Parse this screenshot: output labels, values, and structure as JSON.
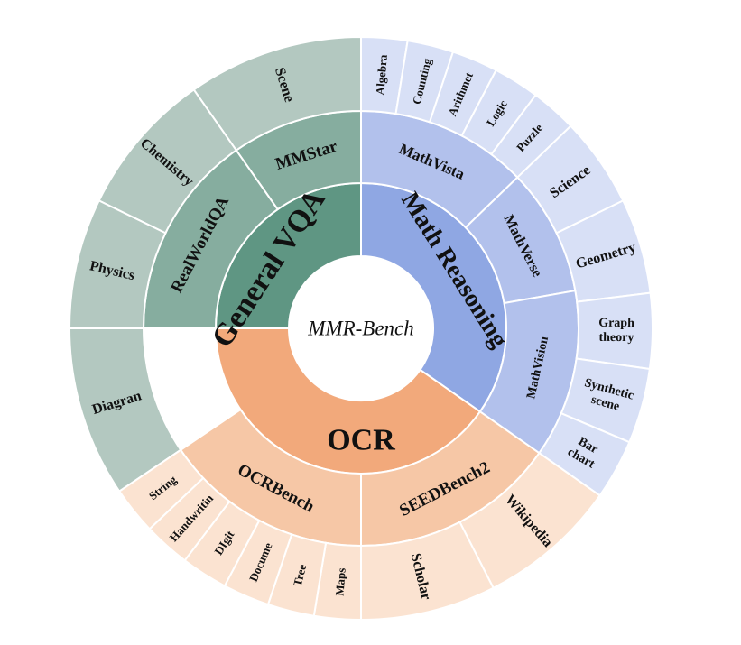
{
  "center": {
    "label": "MMR-Bench"
  },
  "categories": [
    {
      "label": "General VQA",
      "colors": {
        "inner": "#5f9683",
        "mid": "#86ad9f",
        "outer": "#b3c8c0"
      },
      "datasets": [
        {
          "label": "MMStar",
          "tasks": [
            {
              "label": "Scene"
            },
            {
              "label": "Chemistry"
            }
          ]
        },
        {
          "label": "RealWorldQA",
          "tasks": [
            {
              "label": "Physics"
            },
            {
              "label": "Diagran"
            }
          ]
        }
      ]
    },
    {
      "label": "Math Reasoning",
      "colors": {
        "inner": "#8fa7e3",
        "mid": "#b2c1ec",
        "outer": "#d8e0f6"
      },
      "datasets": [
        {
          "label": "MathVista",
          "tasks": [
            {
              "label": "Algebra"
            },
            {
              "label": "Counting"
            },
            {
              "label": "Arithmet"
            },
            {
              "label": "Logic"
            },
            {
              "label": "Puzzle"
            }
          ]
        },
        {
          "label": "MathVerse",
          "tasks": [
            {
              "label": "Science"
            },
            {
              "label": "Geometry"
            }
          ]
        },
        {
          "label": "MathVision",
          "tasks": [
            {
              "label": "Graph theory"
            },
            {
              "label": "Synthetic scene"
            },
            {
              "label": "Bar chart"
            }
          ]
        }
      ]
    },
    {
      "label": "OCR",
      "colors": {
        "inner": "#f2a97b",
        "mid": "#f6c7a6",
        "outer": "#fbe3d1"
      },
      "datasets": [
        {
          "label": "SEEDBench2",
          "tasks": [
            {
              "label": "Wikipedia"
            },
            {
              "label": "Scholar"
            }
          ]
        },
        {
          "label": "OCRBench",
          "tasks": [
            {
              "label": "Maps"
            },
            {
              "label": "Tree"
            },
            {
              "label": "Docume"
            },
            {
              "label": "DIgit"
            },
            {
              "label": "Handwritin"
            },
            {
              "label": "String"
            }
          ]
        }
      ]
    }
  ]
}
